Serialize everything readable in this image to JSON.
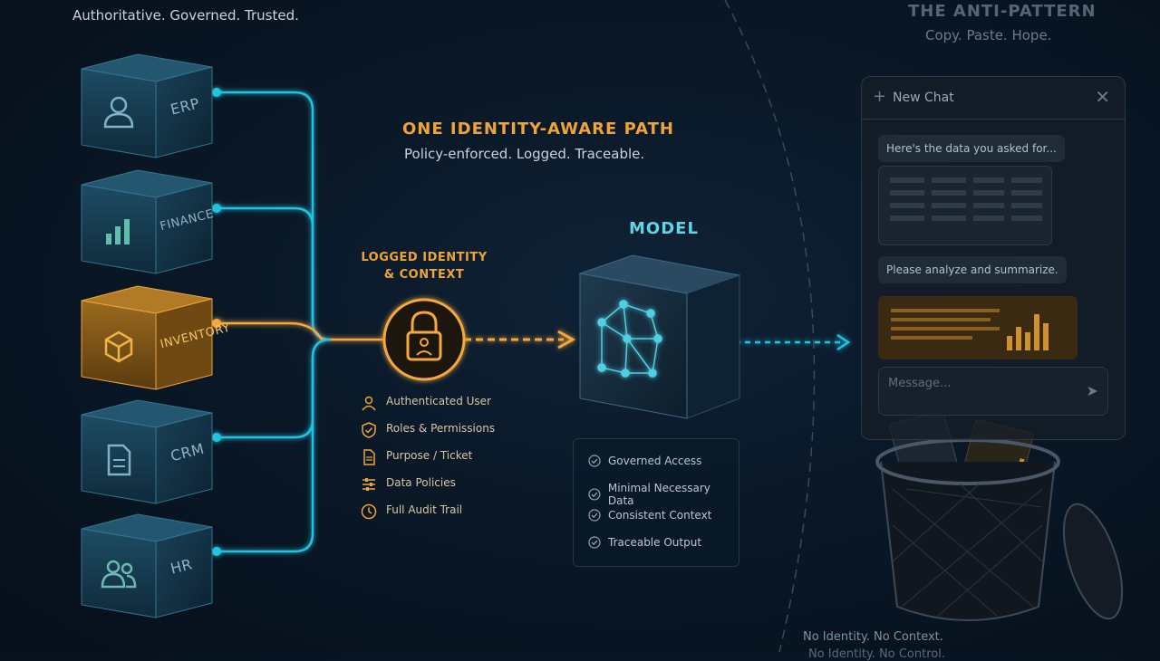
{
  "tagline": "Authoritative. Governed. Trusted.",
  "sources": [
    {
      "label": "ERP",
      "icon": "user-icon",
      "color": "#1fb8d8"
    },
    {
      "label": "FINANCE",
      "icon": "bar-chart-icon",
      "color": "#1fb8d8"
    },
    {
      "label": "INVENTORY",
      "icon": "box-icon",
      "color": "#f0a436"
    },
    {
      "label": "CRM",
      "icon": "document-icon",
      "color": "#1fb8d8"
    },
    {
      "label": "HR",
      "icon": "users-icon",
      "color": "#1fb8d8"
    }
  ],
  "path": {
    "title": "ONE IDENTITY-AWARE PATH",
    "subtitle": "Policy-enforced. Logged. Traceable."
  },
  "context": {
    "title": "LOGGED IDENTITY & CONTEXT",
    "items": [
      {
        "label": "Authenticated User",
        "icon": "user-icon"
      },
      {
        "label": "Roles & Permissions",
        "icon": "shield-icon"
      },
      {
        "label": "Purpose / Ticket",
        "icon": "document-icon"
      },
      {
        "label": "Data Policies",
        "icon": "sliders-icon"
      },
      {
        "label": "Full Audit Trail",
        "icon": "clock-icon"
      }
    ]
  },
  "model": {
    "title": "MODEL",
    "checks": [
      "Governed Access",
      "Minimal Necessary Data",
      "Consistent Context",
      "Traceable Output"
    ]
  },
  "anti_pattern": {
    "title": "THE ANTI-PATTERN",
    "subtitle": "Copy. Paste. Hope.",
    "chat": {
      "title": "New Chat",
      "bubble1": "Here's the data you asked for...",
      "bubble2": "Please analyze and summarize.",
      "input_placeholder": "Message..."
    },
    "footnote": "No Identity. No Context.",
    "footnote_faded": "No Identity. No Control."
  },
  "colors": {
    "accent_cyan": "#1fb8d8",
    "accent_orange": "#f0a436",
    "background": "#0a1827"
  }
}
